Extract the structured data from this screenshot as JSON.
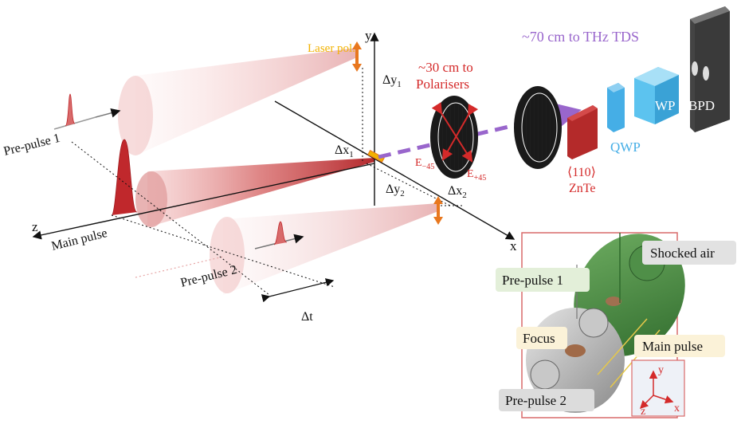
{
  "colors": {
    "beam": "#c0282c",
    "beam_light": "#f3c6c6",
    "thz_path": "#9966cc",
    "pol_label": "#f2b200",
    "red_text": "#d42a2a",
    "blue_crystal": "#45aee6",
    "znte": "#b42a2a",
    "green_air": "#4c8c45",
    "grey_detector": "#555555"
  },
  "labels": {
    "laser_pol": "Laser pol.",
    "axis_y": "y",
    "axis_x": "x",
    "axis_z": "z",
    "delta_y1": "Δy",
    "delta_y1_sub": "1",
    "delta_x1": "Δx",
    "delta_x1_sub": "1",
    "delta_y2": "Δy",
    "delta_y2_sub": "2",
    "delta_x2": "Δx",
    "delta_x2_sub": "2",
    "delta_t": "Δt",
    "pre_pulse_1": "Pre-pulse 1",
    "pre_pulse_2": "Pre-pulse 2",
    "main_pulse": "Main pulse",
    "polarisers_line1": "~30 cm to",
    "polarisers_line2": "Polarisers",
    "e_minus": "E",
    "e_minus_sub": "−45",
    "e_plus": "E",
    "e_plus_sub": "+45",
    "thz_tds": "~70 cm to THz TDS",
    "znte_line1": "⟨110⟩",
    "znte_line2": "ZnTe",
    "qwp": "QWP",
    "wp": "WP",
    "bpd": "BPD"
  },
  "inset": {
    "shocked_air": "Shocked air",
    "pre_pulse_1": "Pre-pulse 1",
    "focus": "Focus",
    "main_pulse": "Main pulse",
    "pre_pulse_2": "Pre-pulse 2",
    "axis_y": "y",
    "axis_x": "x",
    "axis_z": "z"
  }
}
